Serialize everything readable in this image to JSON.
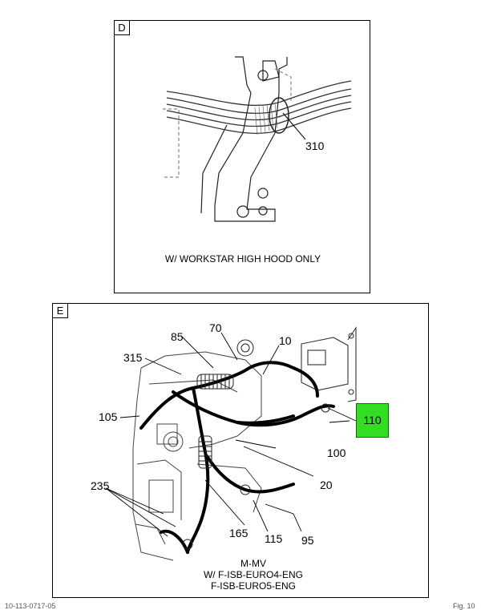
{
  "panel_d": {
    "tag": "D",
    "callouts": [
      "310"
    ],
    "caption": "W/ WORKSTAR HIGH HOOD ONLY"
  },
  "panel_e": {
    "tag": "E",
    "callouts": [
      "85",
      "70",
      "10",
      "315",
      "105",
      "110",
      "100",
      "20",
      "235",
      "165",
      "115",
      "95"
    ],
    "highlighted_callout": "110",
    "caption_lines": [
      "M-MV",
      "W/ F-ISB-EURO4-ENG",
      "F-ISB-EURO5-ENG"
    ]
  },
  "footer": {
    "left": "10-113-0717-05",
    "right": "Fig. 10"
  },
  "colors": {
    "highlight": "#33dd22"
  }
}
